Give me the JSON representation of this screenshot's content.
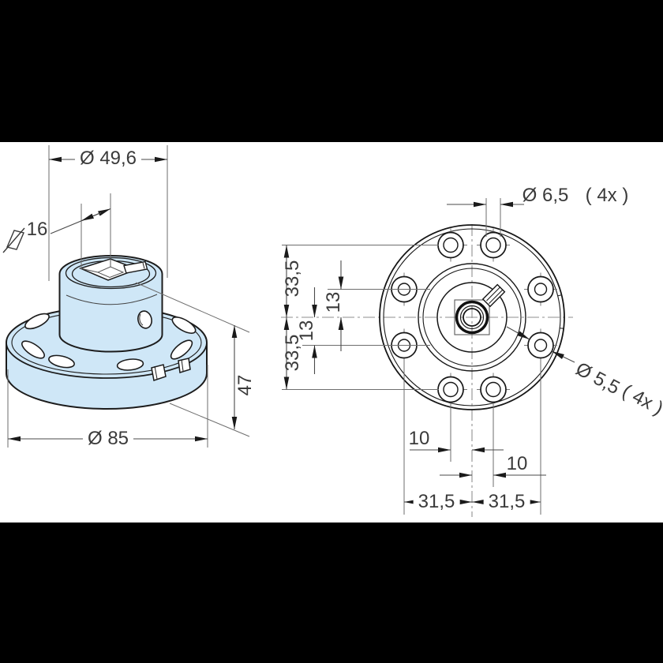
{
  "iso_view": {
    "boss_diameter_label": "Ø 49,6",
    "square_size_label": "16",
    "flange_diameter_label": "Ø 85",
    "height_label": "47"
  },
  "front_view": {
    "counterbore_diameter_label": "Ø 6,5",
    "counterbore_count_label": "( 4x )",
    "hole_diameter_label": "Ø 5,5",
    "hole_count_label": "( 4x )",
    "dim_top_outer": "33,5",
    "dim_top_inner": "13",
    "dim_bottom_inner": "13",
    "dim_bottom_outer": "33,5",
    "dim_left_offset": "10",
    "dim_right_offset": "10",
    "dim_left_half": "31,5",
    "dim_right_half": "31,5"
  },
  "colors": {
    "body_fill": "#cfe7f7",
    "outline": "#1c1c1c",
    "dimension_line": "#4a4a4a",
    "extension_line": "#6e6e6e",
    "centerline": "#8f8f8f",
    "paper": "#ffffff",
    "background": "#000000",
    "text": "#3a3a3a"
  }
}
